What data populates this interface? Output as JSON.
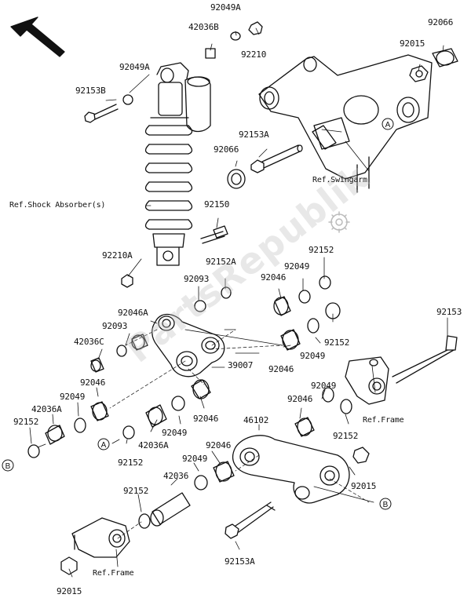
{
  "title": "Suspension",
  "watermark": "PartsRepublik",
  "part_labels": {
    "p92049A_top": "92049A",
    "p42036B": "42036B",
    "p92210": "92210",
    "p92066_top": "92066",
    "p92015_top": "92015",
    "p92049A": "92049A",
    "p92153B": "92153B",
    "p92153A_mid": "92153A",
    "p92066_mid": "92066",
    "p92150": "92150",
    "p92210A": "92210A",
    "p92152A": "92152A",
    "p92049_r1": "92049",
    "p92152_r1": "92152",
    "p92093_a": "92093",
    "p92046_r1": "92046",
    "p92046A": "92046A",
    "p92093_b": "92093",
    "p42036C": "42036C",
    "p92152_r2": "92152",
    "p92153": "92153",
    "p39007": "39007",
    "p92049_r2": "92049",
    "p92046_r2": "92046",
    "p92046_l": "92046",
    "p92049_l": "92049",
    "p42036A_l": "42036A",
    "p92152_l": "92152",
    "p92046_c": "92046",
    "p92049_c": "92049",
    "p42036A_c": "42036A",
    "p92152_c": "92152",
    "p92049_f": "92049",
    "p92046_f": "92046",
    "p92152_f": "92152",
    "p46102": "46102",
    "p92046_low": "92046",
    "p92049_low": "92049",
    "p42036": "42036",
    "p92152_low": "92152",
    "p92015_low": "92015",
    "p92153A_low": "92153A",
    "p92015_bottom": "92015"
  },
  "ref_labels": {
    "shock": "Ref.Shock Absorber(s)",
    "swingarm": "Ref.Swingarm",
    "frame_right": "Ref.Frame",
    "frame_bottom": "Ref.Frame"
  },
  "callouts": {
    "a_swingarm": "A",
    "a_mid": "A",
    "b_left": "B",
    "b_right": "B"
  }
}
